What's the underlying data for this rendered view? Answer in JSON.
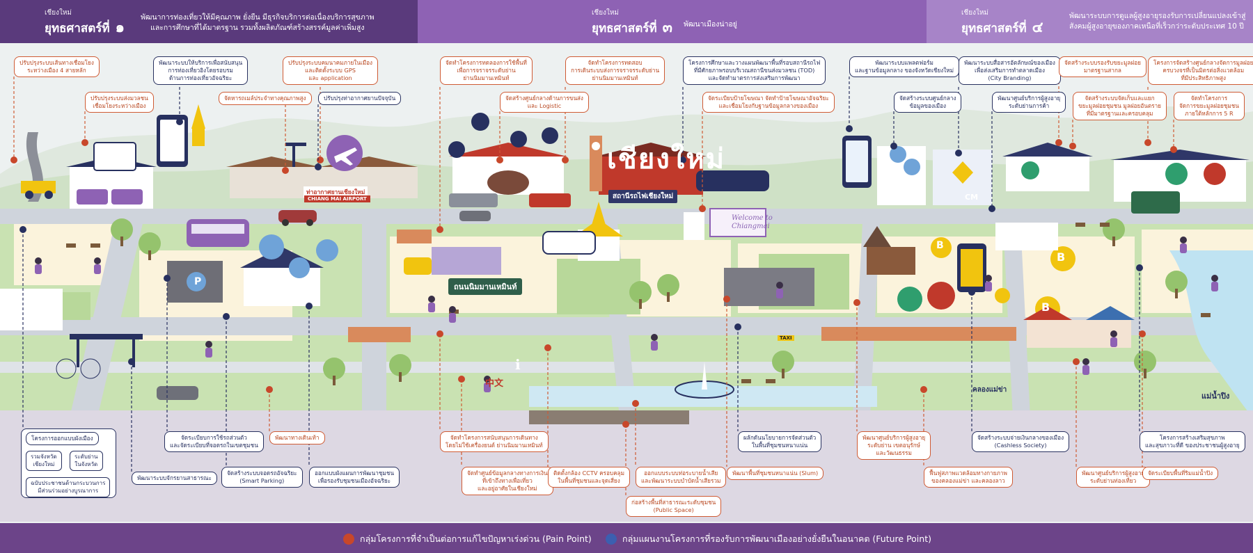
{
  "strategies": {
    "s1": {
      "kicker": "เชียงใหม่",
      "title": "ยุทธศาสตร์ที่",
      "num": "๑",
      "line1": "พัฒนาการท่องเที่ยวให้มีคุณภาพ ยั่งยืน มีธุรกิจบริการต่อเนื่องบริการสุขภาพ",
      "line2": "และการศึกษาที่ได้มาตรฐาน รวมทั้งผลิตภัณฑ์สร้างสรรค์มูลค่าเพิ่มสูง"
    },
    "s3": {
      "kicker": "เชียงใหม่",
      "title": "ยุทธศาสตร์ที่",
      "num": "๓",
      "line1": "พัฒนาเมืองน่าอยู่"
    },
    "s4": {
      "kicker": "เชียงใหม่",
      "title": "ยุทธศาสตร์ที่",
      "num": "๔",
      "line1": "พัฒนาระบบการดูแลผู้สูงอายุรองรับการเปลี่ยนแปลงเข้าสู่",
      "line2": "สังคมผู้สูงอายุของภาคเหนือที่เร็วกว่าระดับประเทศ 10 ปี"
    }
  },
  "colors": {
    "banner_s1": "#5a3a7c",
    "banner_s3": "#8e62b4",
    "banner_s4": "#a784c8",
    "pain": "#cf5a33",
    "future": "#27305f",
    "footer": "#6c4489",
    "road": "#cfd4dc",
    "grass": "#b8d89a",
    "cream": "#fbf3dc",
    "sky": "#edf1f1"
  },
  "top_labels": [
    {
      "id": "tl1",
      "type": "pain",
      "lines": [
        "ปรับปรุงระบบเส้นทางเชื่อมโยง",
        "ระหว่างเมือง 4 สายหลัก"
      ]
    },
    {
      "id": "tl2",
      "type": "future",
      "lines": [
        "พัฒนาระบบให้บริการเพื่อสนับสนุน",
        "การท่องเที่ยวอิงโดยรอบรม",
        "ด้านการท่องเที่ยวอัจฉริยะ"
      ]
    },
    {
      "id": "tl3",
      "type": "pain",
      "lines": [
        "ปรับปรุงระบบคมนาคมภายในเมือง",
        "และติดตั้งระบบ GPS",
        "และ application"
      ]
    },
    {
      "id": "tl4",
      "type": "pain",
      "lines": [
        "ปรับปรุงระบบส่งมวลชน",
        "เชื่อมโยงระหว่างเมือง"
      ]
    },
    {
      "id": "tl5",
      "type": "pain",
      "lines": [
        "จัดหารถเมล์ประจำทางคุณภาพสูง"
      ]
    },
    {
      "id": "tl6",
      "type": "future",
      "lines": [
        "ปรับปรุงท่าอากาศยานปัจจุบัน"
      ]
    },
    {
      "id": "tl7",
      "type": "pain",
      "lines": [
        "จัดทำโครงการทดลองการใช้พื้นที่",
        "เพื่อการจราจรระดับย่าน",
        "ย่านนิมมานเหมินท์"
      ]
    },
    {
      "id": "tl8",
      "type": "pain",
      "lines": [
        "จัดทำโครงการทดสอบ",
        "การเดินระบบส่งการจราจรระดับย่าน",
        "ย่านนิมมานเหมินท์"
      ]
    },
    {
      "id": "tl9",
      "type": "pain",
      "lines": [
        "จัดสร้างศูนย์กลางด้านการขนส่ง",
        "และ Logistic"
      ]
    },
    {
      "id": "tl10",
      "type": "future",
      "lines": [
        "โครงการศึกษาและวางแผนพัฒนาพื้นที่รอบสถานีรถไฟ",
        "ที่มีศักยภาพรอบบริเวณสถานีขนส่งมวลชน (TOD)",
        "และจัดทำมาตรการส่งเสริมการพัฒนา"
      ]
    },
    {
      "id": "tl11",
      "type": "pain",
      "lines": [
        "จัดระเบียบป้ายโฆษณา จัดทำป้ายโฆษณาอัจฉริยะ",
        "และเชื่อมโยงกับฐานข้อมูลกลางของเมือง"
      ]
    },
    {
      "id": "tl12",
      "type": "future",
      "lines": [
        "พัฒนาระบบแพลตฟอร์ม",
        "และฐานข้อมูลกลาง ของจังหวัดเชียงใหม่"
      ]
    },
    {
      "id": "tl13",
      "type": "future",
      "lines": [
        "จัดสร้างระบบศูนย์กลาง",
        "ข้อมูลของเมือง"
      ]
    },
    {
      "id": "tl14",
      "type": "future",
      "lines": [
        "พัฒนาระบบสื่อสารอัตลักษณ์ของเมือง",
        "เพื่อส่งเสริมการทำตลาดเมือง",
        "(City Branding)"
      ]
    },
    {
      "id": "tl15",
      "type": "future",
      "lines": [
        "พัฒนาศูนย์บริการผู้สูงอายุ",
        "ระดับย่านการค้า"
      ]
    },
    {
      "id": "tl16",
      "type": "pain",
      "lines": [
        "จัดสร้างระบบรองรับขยะมูลฝอย",
        "มาตรฐานสากล"
      ]
    },
    {
      "id": "tl17",
      "type": "pain",
      "lines": [
        "จัดสร้างระบบจัดเก็บและแยก",
        "ขยะมูลฝอยชุมชน มูลฝอยอันตราย",
        "ที่มีมาตรฐานและครอบคลุม"
      ]
    },
    {
      "id": "tl18",
      "type": "pain",
      "lines": [
        "โครงการจัดสร้างศูนย์กลางจัดการมูลฝอย",
        "ครบวงจรที่เป็นมิตรต่อสิ่งแวดล้อม",
        "ที่มีประสิทธิภาพสูง"
      ]
    },
    {
      "id": "tl19",
      "type": "pain",
      "lines": [
        "จัดทำโครงการ",
        "จัดการขยะมูลฝอยชุมชน",
        "ภายใต้หลักการ 5 R"
      ]
    }
  ],
  "bottom_labels": [
    {
      "id": "bl1",
      "type": "future",
      "lines": [
        "โครงการออกแบบผังเมือง"
      ]
    },
    {
      "id": "bl2",
      "type": "future",
      "lines": [
        "จัดระเบียบการใช้รถส่วนตัว",
        "และจัดระเบียบที่จอดรถในเขตชุมชน"
      ]
    },
    {
      "id": "bl3",
      "type": "pain",
      "lines": [
        "พัฒนาทางเดินเท้า"
      ]
    },
    {
      "id": "bl4",
      "type": "future",
      "lines": [
        "พัฒนาระบบจักรยานสาธารณะ"
      ]
    },
    {
      "id": "bl5",
      "type": "future",
      "lines": [
        "จัดสร้างระบบจอดรถอัจฉริยะ",
        "(Smart Parking)"
      ]
    },
    {
      "id": "bl6",
      "type": "future",
      "lines": [
        "ออกแบบผังแผนการพัฒนาชุมชน",
        "เพื่อรองรับชุมชนเมืองอัจฉริยะ"
      ]
    },
    {
      "id": "bl7",
      "type": "pain",
      "lines": [
        "จัดทำโครงการสนับสนุนการเดินทาง",
        "โดยไม่ใช้เครื่องยนต์ ย่านนิมมานเหมินท์"
      ]
    },
    {
      "id": "bl8",
      "type": "pain",
      "lines": [
        "จัดทำศูนย์ข้อมูลกลางทางการเงิน",
        "ที่เข้าถึงทางเพื่อเที่ยว",
        "และอยู่อาศัยในเชียงใหม่"
      ]
    },
    {
      "id": "bl9",
      "type": "pain",
      "lines": [
        "ติดตั้งกล้อง CCTV ครอบคลุม",
        "ในพื้นที่ชุมชนและจุดเสี่ยง"
      ]
    },
    {
      "id": "bl10",
      "type": "pain",
      "lines": [
        "ออกแบบระบบท่อระบายน้ำเสีย",
        "และพัฒนาระบบบำบัดน้ำเสียรวม"
      ]
    },
    {
      "id": "bl11",
      "type": "pain",
      "lines": [
        "ก่อสร้างพื้นที่สาธารณะระดับชุมชน",
        "(Public Space)"
      ]
    },
    {
      "id": "bl12",
      "type": "future",
      "lines": [
        "ผลักดันนโยบายการจัดส่วนตัว",
        "ในพื้นที่ชุมชนหนาแน่น"
      ]
    },
    {
      "id": "bl13",
      "type": "pain",
      "lines": [
        "พัฒนาพื้นที่ชุมชนหนาแน่น (Slum)"
      ]
    },
    {
      "id": "bl14",
      "type": "pain",
      "lines": [
        "พัฒนาศูนย์บริการผู้สูงอายุ",
        "ระดับย่าน เขตอนุรักษ์",
        "และวัฒนธรรม"
      ]
    },
    {
      "id": "bl15",
      "type": "pain",
      "lines": [
        "ฟื้นฟูสภาพแวดล้อมทางกายภาพ",
        "ของคลองแม่ข่า และคลองลาว"
      ]
    },
    {
      "id": "bl16",
      "type": "future",
      "lines": [
        "จัดสร้างระบบจ่ายเงินกลางของเมือง",
        "(Cashless Society)"
      ]
    },
    {
      "id": "bl17",
      "type": "pain",
      "lines": [
        "พัฒนาศูนย์บริการผู้สูงอายุ",
        "ระดับย่านท่องเที่ยว"
      ]
    },
    {
      "id": "bl18",
      "type": "future",
      "lines": [
        "โครงการสร้างเสริมสุขภาพ",
        "และสุขภาวะที่ดี ของประชาชนผู้สูงอายุ"
      ]
    },
    {
      "id": "bl19",
      "type": "pain",
      "lines": [
        "จัดระเบียบพื้นที่ริมแม่น้ำปิง"
      ]
    }
  ],
  "sub_boxes": [
    {
      "id": "sb1",
      "lines": [
        "รวมจังหวัด",
        "เชียงใหม่"
      ]
    },
    {
      "id": "sb2",
      "lines": [
        "ระดับย่าน",
        "ในจังหวัด"
      ]
    },
    {
      "id": "sb3",
      "lines": [
        "ฉบับประชาชนด้านกระบวนการ",
        "มีส่วนร่วมอย่างบูรณาการ"
      ]
    }
  ],
  "scene_text": {
    "airport_th": "ท่าอากาศยานเชียงใหม่",
    "airport_en": "CHIANG MAI AIRPORT",
    "city_name": "เชียงใหม่",
    "station": "สถานีรถไฟเชียงใหม่",
    "nimman": "ถนนนิมมานเหมินท์",
    "welcome_1": "Welcome to",
    "welcome_2": "Chiangmai",
    "chinese": "中文",
    "khlong": "คลองแม่ข่า",
    "ping": "แม่น้ำปิง",
    "cm": "CM",
    "taxi": "TAXI",
    "info": "i",
    "coin": "B",
    "p": "P"
  },
  "legend": {
    "pain": "กลุ่มโครงการที่จำเป็นต่อการแก้ไขปัญหาเร่งด่วน (Pain Point)",
    "future": "กลุ่มแผนงานโครงการที่รองรับการพัฒนาเมืองอย่างยั่งยืนในอนาคต (Future Point)"
  }
}
